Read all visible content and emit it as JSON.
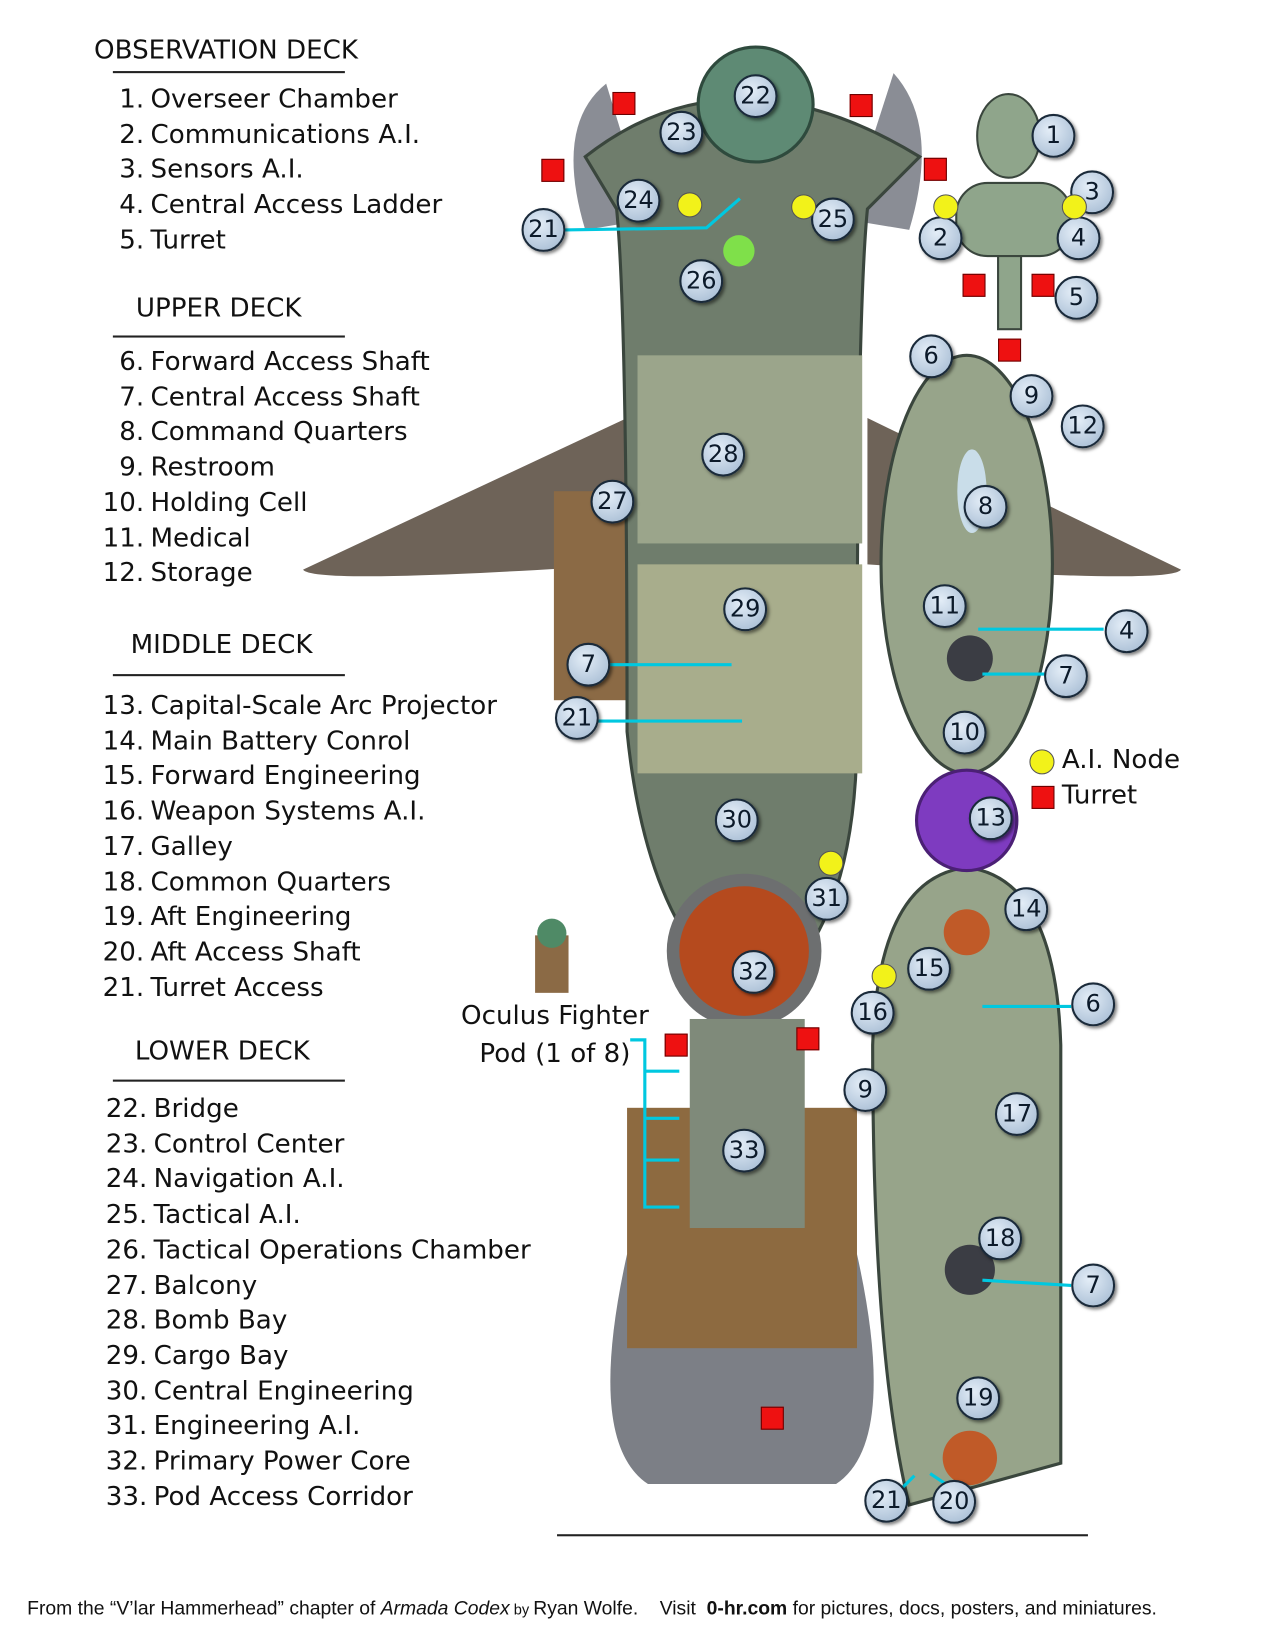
{
  "legend": {
    "sections": [
      {
        "title": "OBSERVATION DECK",
        "items": [
          {
            "num": "1.",
            "label": "Overseer Chamber"
          },
          {
            "num": "2.",
            "label": "Communications A.I."
          },
          {
            "num": "3.",
            "label": "Sensors A.I."
          },
          {
            "num": "4.",
            "label": "Central Access Ladder"
          },
          {
            "num": "5.",
            "label": "Turret"
          }
        ]
      },
      {
        "title": "UPPER DECK",
        "items": [
          {
            "num": "6.",
            "label": "Forward Access Shaft"
          },
          {
            "num": "7.",
            "label": "Central Access Shaft"
          },
          {
            "num": "8.",
            "label": "Command Quarters"
          },
          {
            "num": "9.",
            "label": "Restroom"
          },
          {
            "num": "10.",
            "label": "Holding Cell"
          },
          {
            "num": "11.",
            "label": "Medical"
          },
          {
            "num": "12.",
            "label": "Storage"
          }
        ]
      },
      {
        "title": "MIDDLE DECK",
        "items": [
          {
            "num": "13.",
            "label": "Capital-Scale Arc Projector"
          },
          {
            "num": "14.",
            "label": "Main Battery Conrol"
          },
          {
            "num": "15.",
            "label": "Forward Engineering"
          },
          {
            "num": "16.",
            "label": "Weapon Systems A.I."
          },
          {
            "num": "17.",
            "label": "Galley"
          },
          {
            "num": "18.",
            "label": "Common Quarters"
          },
          {
            "num": "19.",
            "label": "Aft Engineering"
          },
          {
            "num": "20.",
            "label": "Aft Access Shaft"
          },
          {
            "num": "21.",
            "label": "Turret Access"
          }
        ]
      },
      {
        "title": "LOWER DECK",
        "items": [
          {
            "num": "22.",
            "label": "Bridge"
          },
          {
            "num": "23.",
            "label": "Control Center"
          },
          {
            "num": "24.",
            "label": "Navigation A.I."
          },
          {
            "num": "25.",
            "label": "Tactical A.I."
          },
          {
            "num": "26.",
            "label": "Tactical Operations Chamber"
          },
          {
            "num": "27.",
            "label": "Balcony"
          },
          {
            "num": "28.",
            "label": "Bomb Bay"
          },
          {
            "num": "29.",
            "label": "Cargo Bay"
          },
          {
            "num": "30.",
            "label": "Central Engineering"
          },
          {
            "num": "31.",
            "label": "Engineering A.I."
          },
          {
            "num": "32.",
            "label": "Primary Power Core"
          },
          {
            "num": "33.",
            "label": "Pod Access Corridor"
          }
        ]
      }
    ]
  },
  "map": {
    "markers": [
      "1",
      "2",
      "3",
      "4",
      "5",
      "6",
      "9",
      "12",
      "8",
      "11",
      "4",
      "7",
      "10",
      "22",
      "23",
      "24",
      "25",
      "21",
      "26",
      "28",
      "27",
      "29",
      "7",
      "21",
      "30",
      "31",
      "32",
      "33",
      "13",
      "14",
      "15",
      "16",
      "6",
      "9",
      "17",
      "18",
      "7",
      "19",
      "21",
      "20"
    ],
    "key": {
      "ai_node": "A.I. Node",
      "turret": "Turret"
    },
    "pod_label_line1": "Oculus Fighter",
    "pod_label_line2": "Pod (1 of 8)",
    "colors": {
      "ai_node": "#f2f21a",
      "turret": "#ee1111",
      "connector": "#00c8e0",
      "marker_fill": "#b9cce0"
    }
  },
  "footer": {
    "prefix": "From the “V’lar Hammerhead” chapter of ",
    "book": "Armada Codex",
    "by": " by ",
    "author": "Ryan Wolfe.",
    "visit": "Visit ",
    "site": "0-hr.com",
    "suffix": " for pictures, docs, posters, and miniatures."
  }
}
